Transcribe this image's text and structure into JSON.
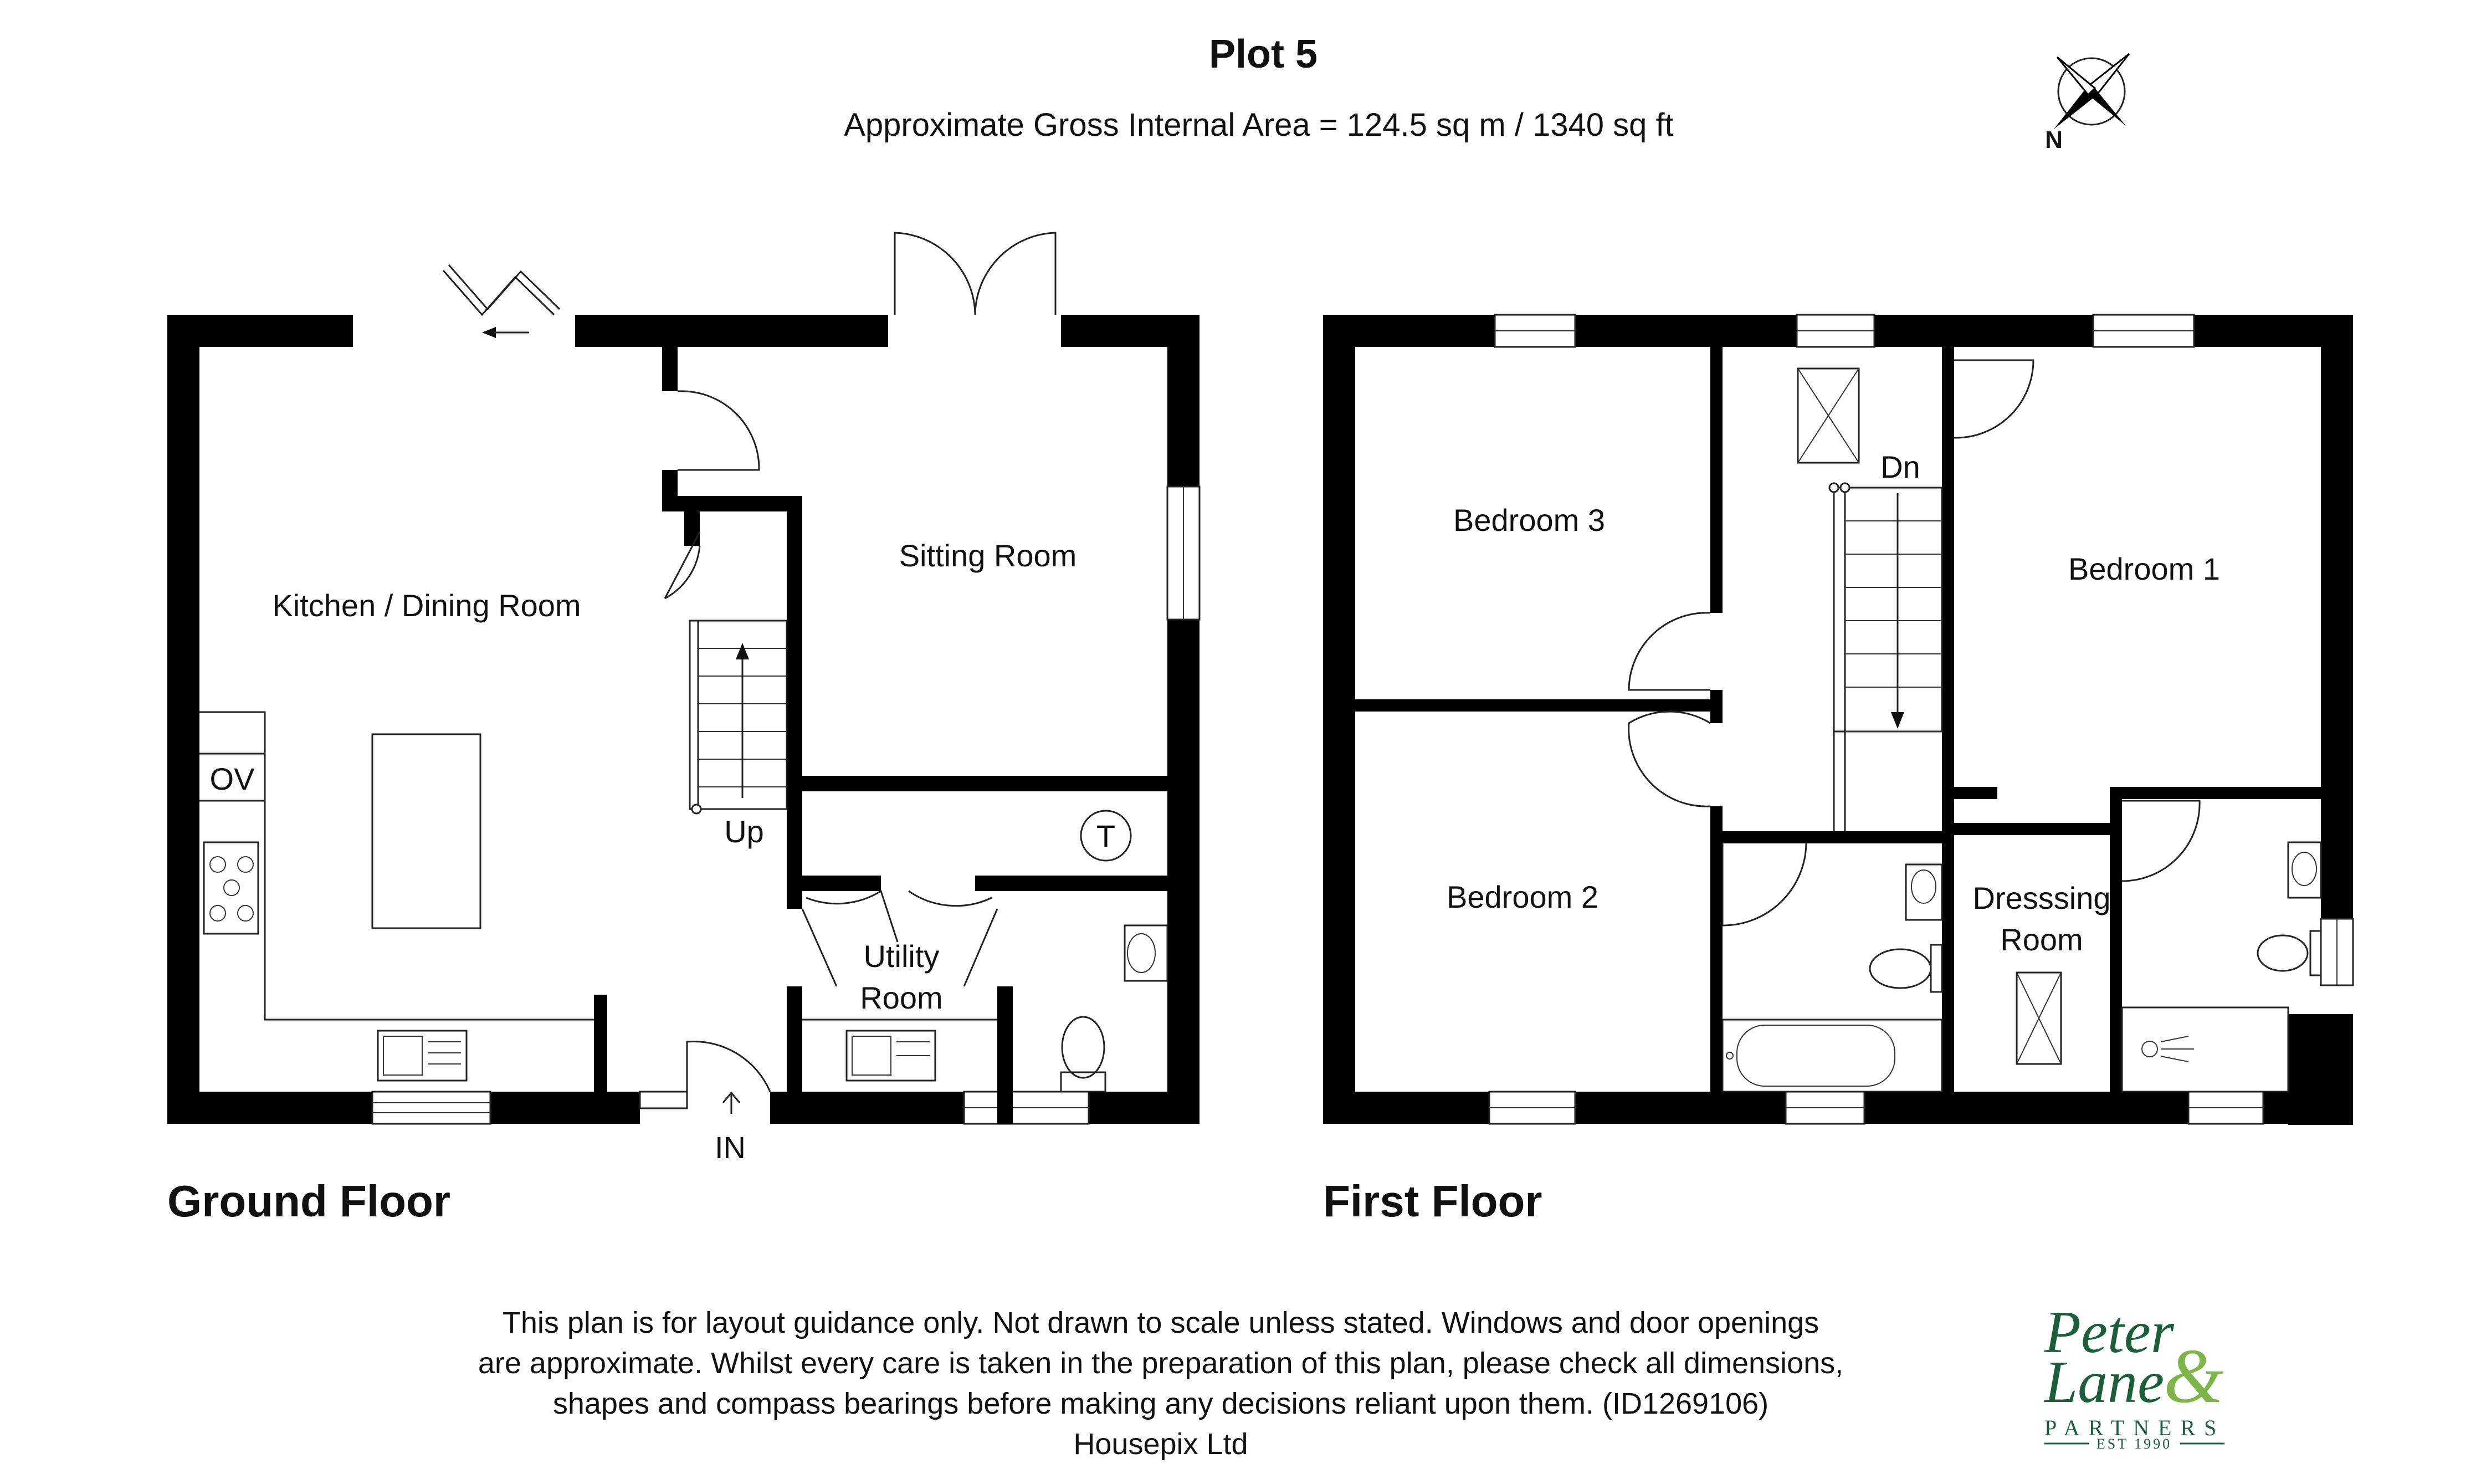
{
  "header": {
    "title": "Plot 5",
    "subtitle": "Approximate Gross Internal Area = 124.5 sq m / 1340 sq ft"
  },
  "compass": {
    "north_label": "N",
    "icon": "compass-rose-icon"
  },
  "ground_floor": {
    "label": "Ground Floor",
    "rooms": {
      "kitchen": "Kitchen / Dining Room",
      "sitting": "Sitting Room",
      "utility_1": "Utility",
      "utility_2": "Room",
      "oven": "OV",
      "tank": "T",
      "stairs": "Up",
      "entrance": "IN"
    }
  },
  "first_floor": {
    "label": "First Floor",
    "rooms": {
      "bedroom3": "Bedroom 3",
      "bedroom2": "Bedroom 2",
      "bedroom1": "Bedroom 1",
      "dressing_1": "Dresssing",
      "dressing_2": "Room",
      "stairs": "Dn"
    }
  },
  "disclaimer": {
    "line1": "This plan is for layout guidance only. Not drawn to scale unless stated. Windows and door openings",
    "line2": "are approximate. Whilst every care is taken in the preparation of this plan, please check all dimensions,",
    "line3": "shapes and compass bearings before making any decisions reliant upon them. (ID1269106)",
    "line4": "Housepix Ltd"
  },
  "logo": {
    "line1": "Peter",
    "line2": "Lane",
    "ampersand": "&",
    "line3": "PARTNERS",
    "line4": "EST 1990",
    "colors": {
      "dark": "#1a5e3a",
      "light": "#7db548"
    }
  }
}
